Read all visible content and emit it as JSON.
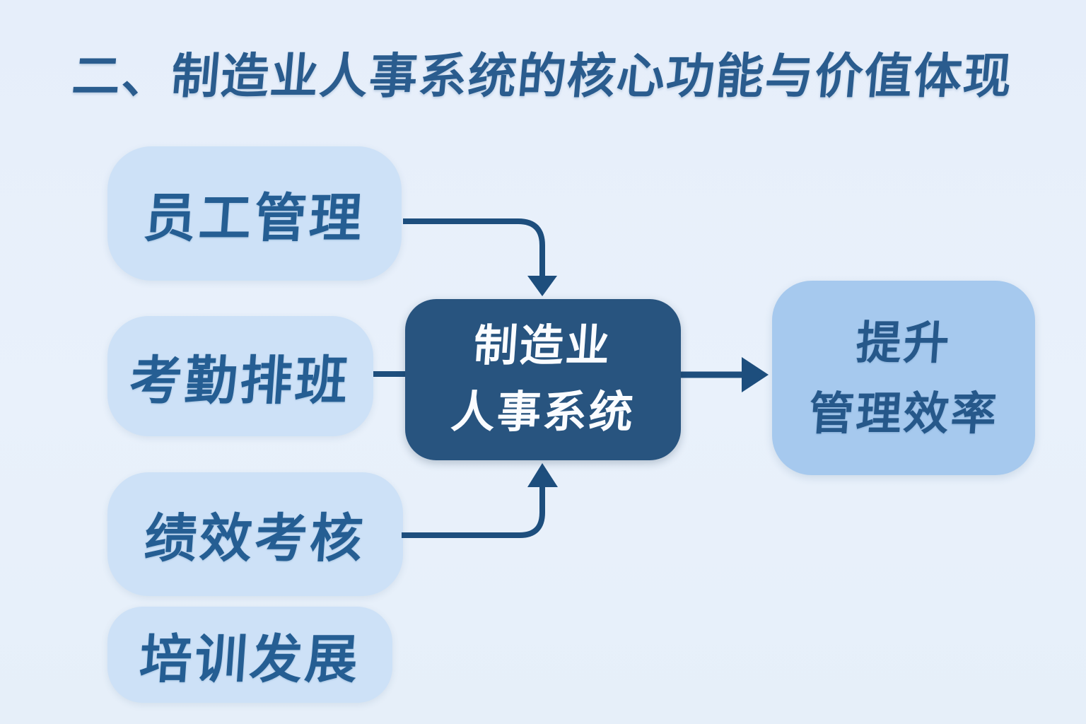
{
  "title": "二、制造业人事系统的核心功能与价值体现",
  "function_boxes": [
    {
      "label": "员工管理"
    },
    {
      "label": "考勤排班"
    },
    {
      "label": "绩效考核"
    },
    {
      "label": "培训发展"
    }
  ],
  "center_box": {
    "line1": "制造业",
    "line2": "人事系统"
  },
  "result_box": {
    "line1": "提升",
    "line2": "管理效率"
  },
  "colors": {
    "background": "#e8f0fb",
    "function_box_fill": "#cde1f7",
    "center_box_fill": "#28547f",
    "result_box_fill": "#a6c9ee",
    "dark_text": "#255e93",
    "title_text": "#2a5c8e",
    "center_box_text": "#fafcff",
    "arrow": "#1d4e7d"
  }
}
